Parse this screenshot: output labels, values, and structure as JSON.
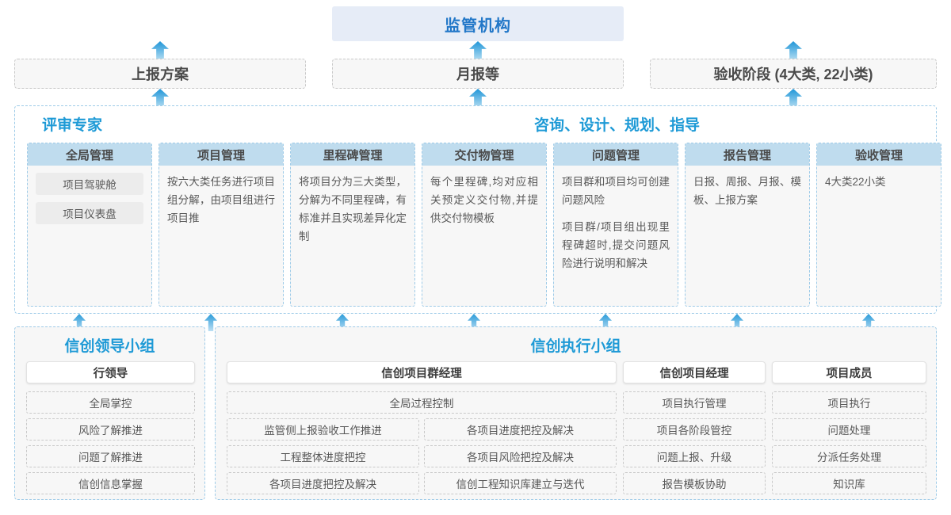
{
  "top": {
    "regulator": "监管机构",
    "reports": [
      "上报方案",
      "月报等",
      "验收阶段 (4大类, 22小类)"
    ]
  },
  "middle": {
    "titles": [
      "评审专家",
      "咨询、设计、规划、指导"
    ],
    "columns": [
      {
        "header": "全局管理",
        "chips": [
          "项目驾驶舱",
          "项目仪表盘"
        ],
        "paragraphs": []
      },
      {
        "header": "项目管理",
        "chips": [],
        "paragraphs": [
          "按六大类任务进行项目组分解，由项目组进行项目推"
        ]
      },
      {
        "header": "里程碑管理",
        "chips": [],
        "paragraphs": [
          "将项目分为三大类型，分解为不同里程碑，有标准并且实现差异化定制"
        ]
      },
      {
        "header": "交付物管理",
        "chips": [],
        "paragraphs": [
          "每个里程碑,均对应相关预定义交付物,并提供交付物模板"
        ]
      },
      {
        "header": "问题管理",
        "chips": [],
        "paragraphs": [
          "项目群和项目均可创建问题风险",
          "项目群/项目组出现里程碑超时,提交问题风险进行说明和解决"
        ]
      },
      {
        "header": "报告管理",
        "chips": [],
        "paragraphs": [
          "日报、周报、月报、模板、上报方案"
        ]
      },
      {
        "header": "验收管理",
        "chips": [],
        "paragraphs": [
          "4大类22小类"
        ]
      }
    ]
  },
  "bottom": {
    "left": {
      "title": "信创领导小组",
      "role": "行领导",
      "tasks": [
        "全局掌控",
        "风险了解推进",
        "问题了解推进",
        "信创信息掌握"
      ]
    },
    "right": {
      "title": "信创执行小组",
      "roles": [
        "信创项目群经理",
        "信创项目经理",
        "项目成员"
      ],
      "pgm_span": "全局过程控制",
      "pgm_left": [
        "监管侧上报验收工作推进",
        "工程整体进度把控",
        "各项目进度把控及解决"
      ],
      "pgm_right": [
        "各项目进度把控及解决",
        "各项目风险把控及解决",
        "信创工程知识库建立与迭代"
      ],
      "pm_tasks": [
        "项目执行管理",
        "项目各阶段管控",
        "问题上报、升级",
        "报告模板协助"
      ],
      "member_tasks": [
        "项目执行",
        "问题处理",
        "分派任务处理",
        "知识库"
      ]
    }
  },
  "colors": {
    "accent_blue": "#1e9ad6",
    "regulator_bg": "#e6ecf7",
    "header_bg": "#bfdcee",
    "arrow_from": "#bde0f4",
    "arrow_to": "#2a9bd9"
  }
}
